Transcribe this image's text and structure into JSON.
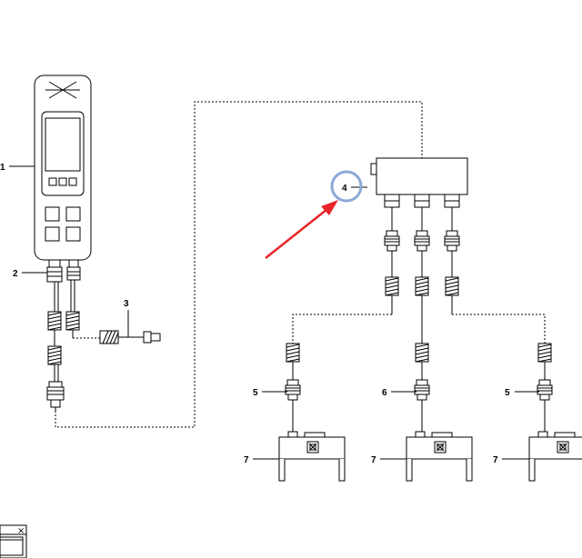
{
  "diagram": {
    "callouts": {
      "c1": "1",
      "c2": "2",
      "c3": "3",
      "c4": "4",
      "c5a": "5",
      "c6": "6",
      "c5b": "5",
      "c7a": "7",
      "c7b": "7",
      "c7c": "7"
    },
    "highlight": {
      "circle_color": "#8aa9d8",
      "arrow_color": "#e8262a",
      "target": "c4"
    }
  },
  "window_fragment": {
    "close_glyph": "×"
  }
}
